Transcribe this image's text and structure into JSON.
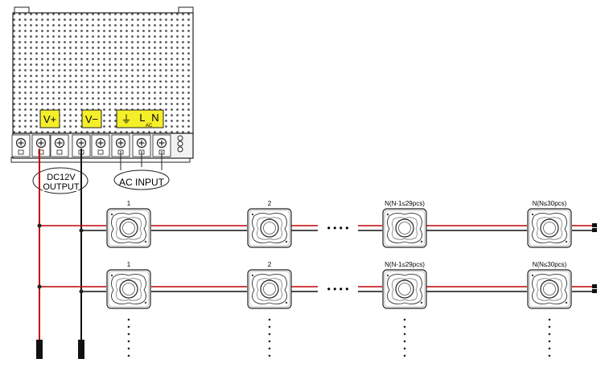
{
  "power_supply": {
    "terminals": [
      "V+",
      "V−",
      "⏚",
      "L",
      "N"
    ],
    "ac_sub_label": "AC",
    "dc_output_label_line1": "DC12V",
    "dc_output_label_line2": "OUTPUT",
    "ac_input_label": "AC INPUT"
  },
  "modules": {
    "labels": [
      "1",
      "2",
      "N(N-1≤29pcs)",
      "N(N≤30pcs)"
    ],
    "gap_symbol": "• • • •"
  },
  "colors": {
    "positive_wire": "#c00000",
    "negative_wire": "#111111",
    "terminal_highlight": "#f5ef2a"
  }
}
